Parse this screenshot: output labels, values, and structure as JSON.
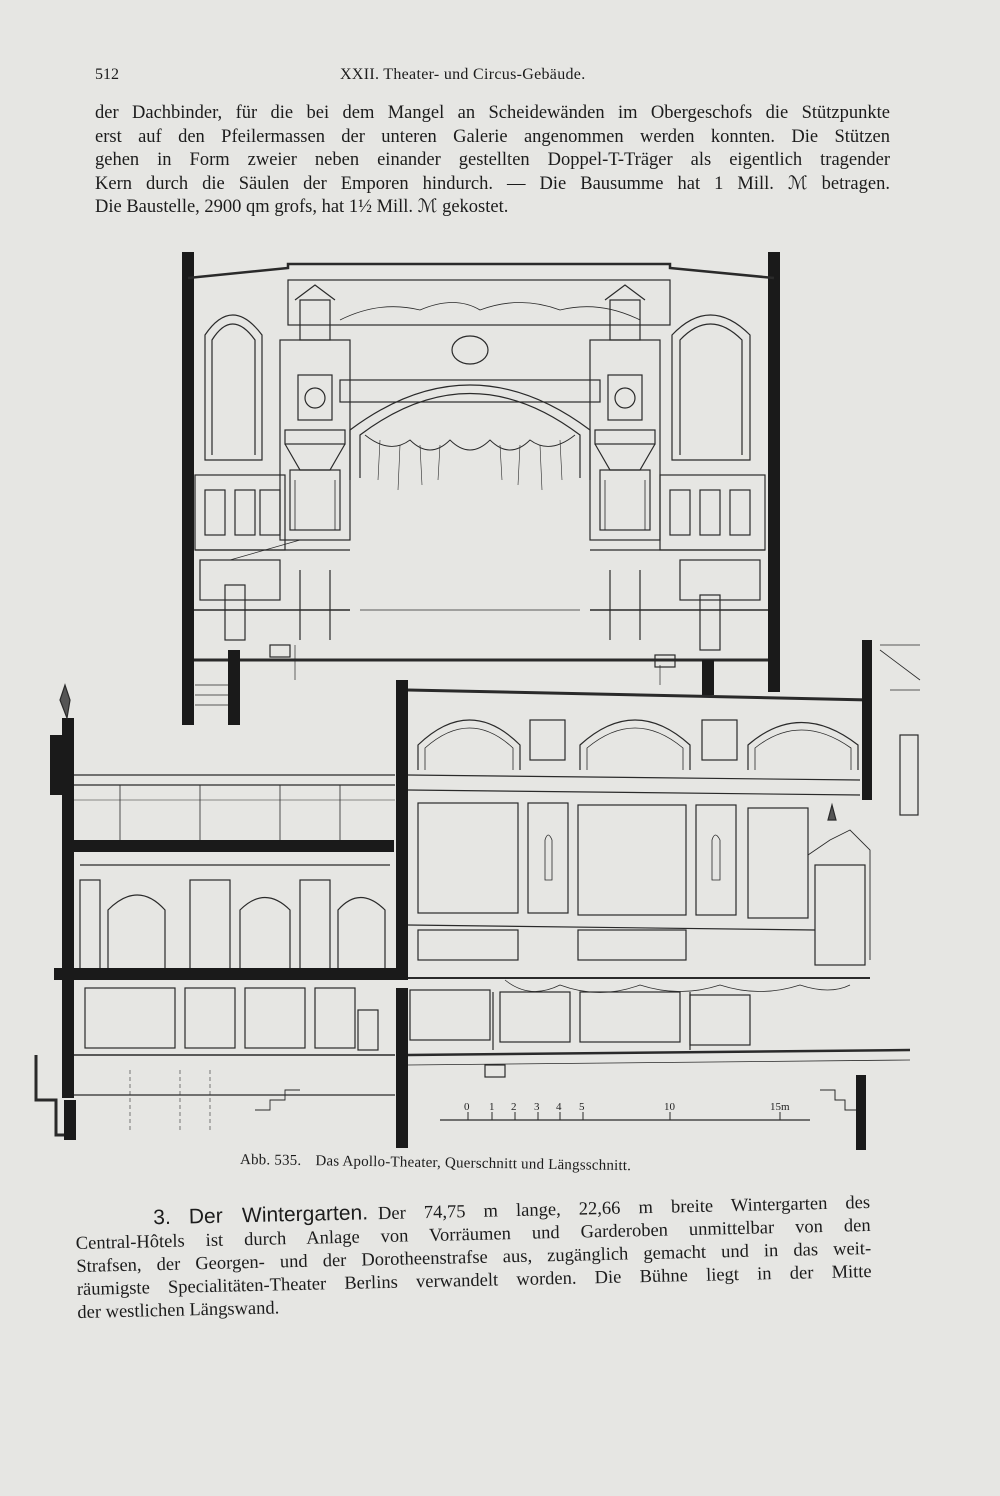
{
  "header": {
    "page_number": "512",
    "running_title": "XXII. Theater- und Circus-Gebäude."
  },
  "paragraph1": {
    "lines": [
      "der Dachbinder, für die bei dem Mangel an Scheidewänden im Obergeschofs die Stützpunkte",
      "erst auf den Pfeilermassen der unteren Galerie angenommen werden konnten.  Die Stützen",
      "gehen in Form zweier neben einander gestellten Doppel-T-Träger als eigentlich tragender",
      "Kern durch die Säulen der Emporen hindurch. — Die Bausumme hat 1 Mill. ℳ betragen.",
      "Die Baustelle, 2900 qm grofs, hat 1½ Mill. ℳ gekostet."
    ]
  },
  "figure": {
    "scale_labels": [
      "0",
      "1",
      "2",
      "3",
      "4",
      "5",
      "10",
      "15m"
    ]
  },
  "caption": {
    "label": "Abb. 535.",
    "text": "Das Apollo-Theater, Querschnitt und Längsschnitt."
  },
  "section3": {
    "number": "3.",
    "heading": "Der Wintergarten.",
    "lines": [
      "Der 74,75 m lange, 22,66 m breite Wintergarten des",
      "Central-Hôtels ist durch Anlage von Vorräumen und Garderoben unmittelbar von den",
      "Strafsen, der Georgen- und der Dorotheenstrafse aus, zugänglich gemacht und in das weit-",
      "räumigste Specialitäten-Theater Berlins verwandelt worden.  Die Bühne liegt in der Mitte",
      "der westlichen Längswand."
    ]
  }
}
